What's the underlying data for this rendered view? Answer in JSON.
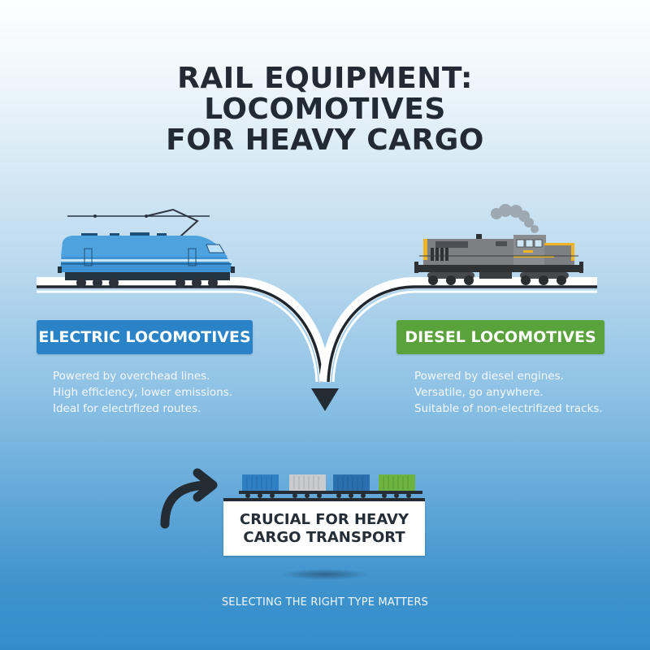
{
  "title": {
    "lines": [
      "RAIL EQUIPMENT:",
      "LOCOMOTIVES",
      "FOR HEAVY CARGO"
    ]
  },
  "sections": {
    "electric": {
      "label": "ELECTRIC LOCOMOTIVES",
      "color": "#2a83c7",
      "icon": "electric-locomotive-icon",
      "points": [
        "Powered by overchead lines.",
        "High efficiency, lower emissions.",
        "Ideal for electrfized routes."
      ]
    },
    "diesel": {
      "label": "DIESEL LOCOMOTIVES",
      "color": "#5aa23c",
      "icon": "diesel-locomotive-icon",
      "points": [
        "Powered by diesel engines.",
        "Versatile, go anywhere.",
        "Suitable of non-electrifized tracks."
      ]
    }
  },
  "cargo": {
    "lines": [
      "CRUCIAL FOR HEAVY",
      "CARGO TRANSPORT"
    ],
    "container_colors": [
      "#2f7fc4",
      "#c9cbcd",
      "#2a6fae",
      "#6cb33f"
    ],
    "icon": "curved-arrow-icon"
  },
  "footer": {
    "text": "SELECTING THE RIGHT TYPE MATTERS"
  },
  "colors": {
    "text_dark": "#222a33",
    "electric_body": "#3d93d4",
    "diesel_body": "#7d7f82",
    "diesel_accent": "#f0b323"
  }
}
